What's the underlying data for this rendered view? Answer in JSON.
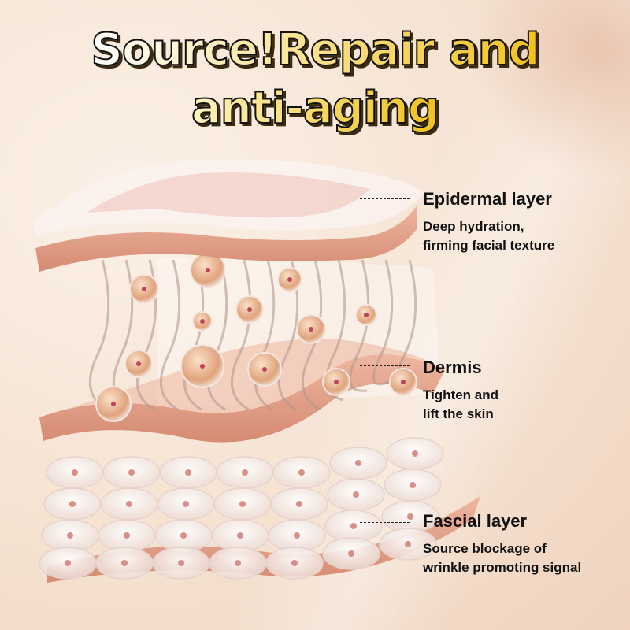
{
  "title": {
    "line1": "Source!Repair and",
    "line2": "anti-aging"
  },
  "layers": [
    {
      "name": "Epidermal layer",
      "desc_line1": "Deep hydration,",
      "desc_line2": "firming facial texture"
    },
    {
      "name": "Dermis",
      "desc_line1": "Tighten and",
      "desc_line2": "lift the skin"
    },
    {
      "name": "Fascial layer",
      "desc_line1": "Source blockage of",
      "desc_line2": "wrinkle promoting signal"
    }
  ],
  "colors": {
    "slab": "#e4a28a",
    "slab_dark": "#cf846c",
    "title_gold": "#f2c21c",
    "text": "#111111"
  }
}
